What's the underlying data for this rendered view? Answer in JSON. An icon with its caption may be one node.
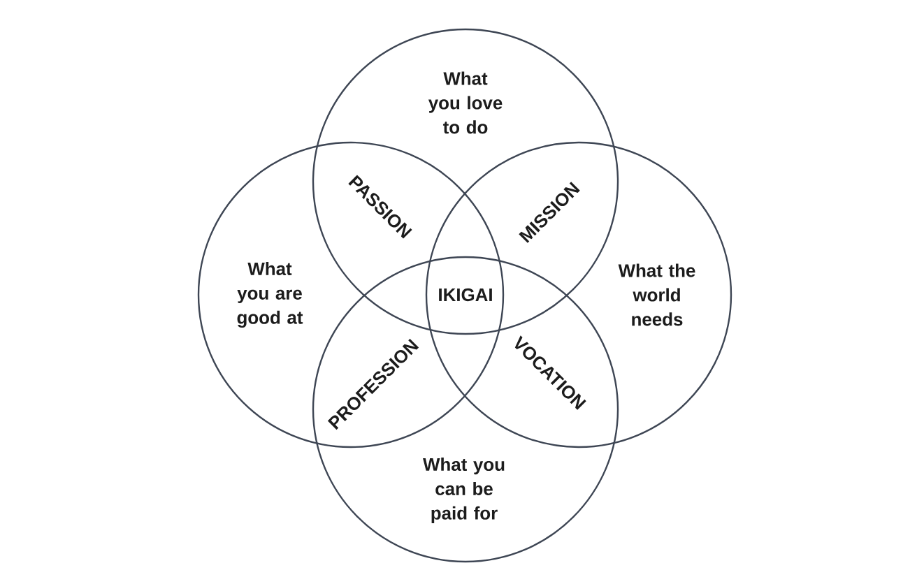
{
  "diagram": {
    "nodes": [
      {
        "text": [
          "What you love to do"
        ]
      },
      {
        "text": [
          "What you are good at"
        ]
      },
      {
        "text": [
          "What the world needs"
        ]
      },
      {
        "text": [
          "What you can be paid for"
        ]
      }
    ],
    "labels": [
      "PASSION",
      "MISSION",
      "IKIGAI",
      "PROFESSION",
      "VOCATION"
    ]
  }
}
